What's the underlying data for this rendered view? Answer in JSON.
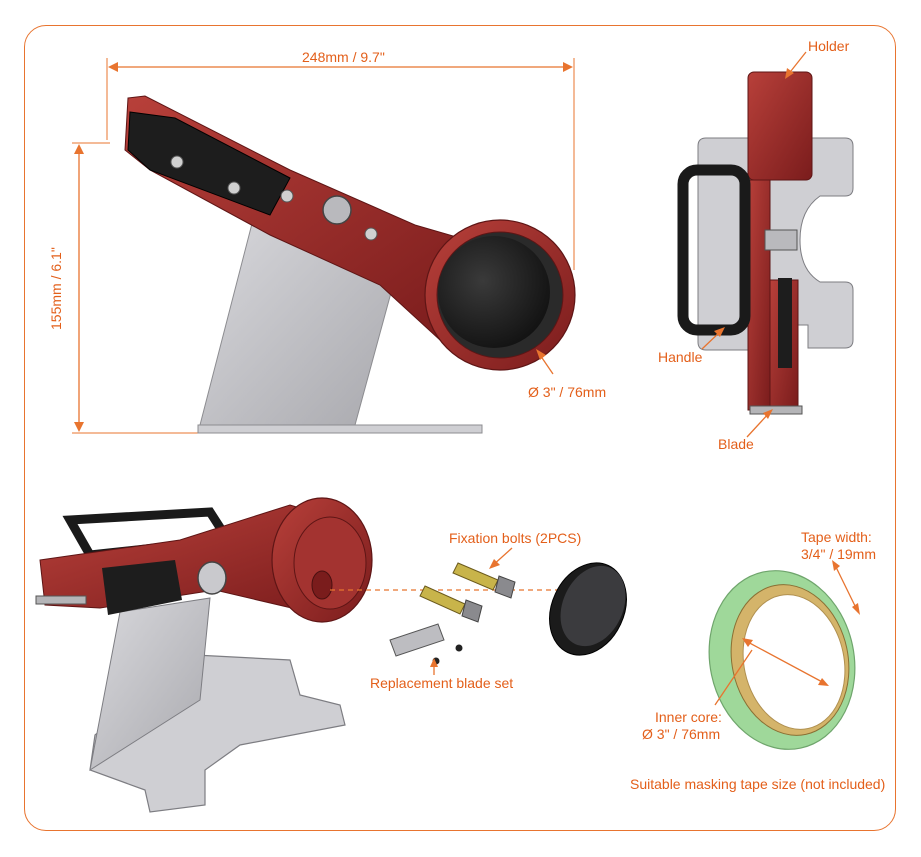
{
  "dimensions": {
    "width_label": "248mm / 9.7\"",
    "height_label": "155mm / 6.1\"",
    "core_diameter_label": "Ø 3\" / 76mm"
  },
  "side_view": {
    "holder_label": "Holder",
    "handle_label": "Handle",
    "blade_label": "Blade"
  },
  "exploded_view": {
    "bolts_label": "Fixation bolts (2PCS)",
    "blade_set_label": "Replacement blade set"
  },
  "tape": {
    "width_label_line1": "Tape width:",
    "width_label_line2": "3/4\" / 19mm",
    "core_label_line1": "Inner core:",
    "core_label_line2": "Ø 3\" / 76mm",
    "note": "Suitable masking tape size (not included)"
  },
  "colors": {
    "accent": "#e8742f",
    "body_red": "#8f2424",
    "body_red_light": "#b23a36",
    "handle_black": "#1c1c1c",
    "steel": "#c9c9cd",
    "tape_green": "#9fd89a"
  }
}
